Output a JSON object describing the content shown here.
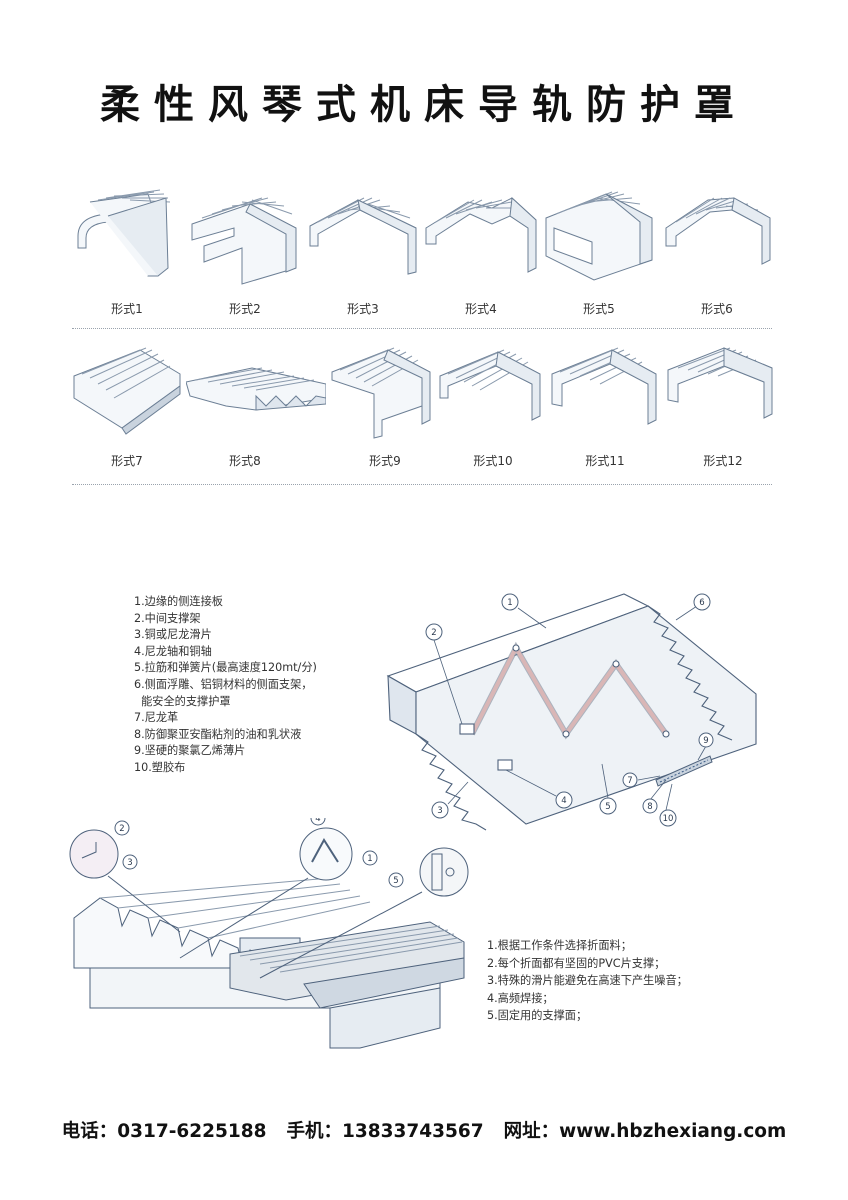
{
  "title": "柔性风琴式机床导轨防护罩",
  "forms_row1": [
    "形式1",
    "形式2",
    "形式3",
    "形式4",
    "形式5",
    "形式6"
  ],
  "forms_row2": [
    "形式7",
    "形式8",
    "形式9",
    "形式10",
    "形式11",
    "形式12"
  ],
  "components": [
    "1.边缘的侧连接板",
    "2.中间支撑架",
    "3.铜或尼龙滑片",
    "4.尼龙轴和铜轴",
    "5.拉筋和弹簧片(最高速度120mt/分)",
    "6.侧面浮雕、铝铜材料的侧面支架，",
    "  能安全的支撑护罩",
    "7.尼龙革",
    "8.防御聚亚安酯粘剂的油和乳状液",
    "9.坚硬的聚氯乙烯薄片",
    "10.塑胶布"
  ],
  "features": [
    "1.根据工作条件选择折面料；",
    "2.每个折面都有坚固的PVC片支撑；",
    "3.特殊的滑片能避免在高速下产生噪音；",
    "4.高频焊接；",
    "5.固定用的支撑面；"
  ],
  "callouts_top": [
    "1",
    "2",
    "3",
    "4",
    "5",
    "6",
    "7",
    "8",
    "9",
    "10"
  ],
  "callouts_bottom": [
    "1",
    "2",
    "3",
    "4",
    "5"
  ],
  "footer": {
    "phone_label": "电话：",
    "phone": "0317-6225188",
    "mobile_label": "手机：",
    "mobile": "13833743567",
    "web_label": "网址：",
    "web": "www.hbzhexiang.com"
  },
  "colors": {
    "outline": "#6c7f95",
    "fill": "#eef2f6",
    "shade": "#c9d3de",
    "accent_blue": "#3b5b86",
    "guide": "#e8c5c5"
  }
}
